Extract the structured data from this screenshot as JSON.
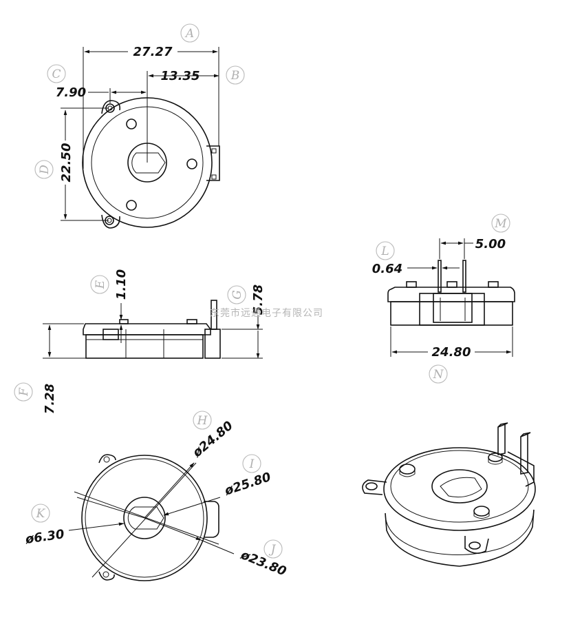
{
  "watermark": "东莞市远通电子有限公司",
  "dimensions": {
    "A": "27.27",
    "B": "13.35",
    "C": "7.90",
    "D": "22.50",
    "E": "1.10",
    "F": "7.28",
    "G": "5.78",
    "H": "ø24.80",
    "I": "ø25.80",
    "J": "ø23.80",
    "K": "ø6.30",
    "L": "0.64",
    "M": "5.00",
    "N": "24.80"
  },
  "callouts": [
    "A",
    "B",
    "C",
    "D",
    "E",
    "F",
    "G",
    "H",
    "I",
    "J",
    "K",
    "L",
    "M",
    "N"
  ]
}
